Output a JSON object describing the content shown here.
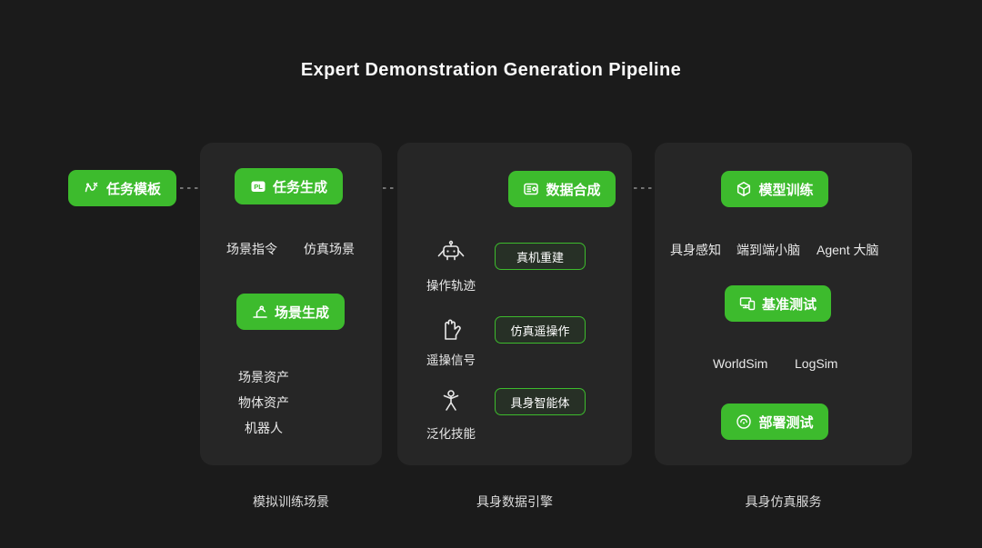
{
  "title": "Expert Demonstration Generation Pipeline",
  "colors": {
    "accent_green": "#3dbb2d",
    "background": "#1b1b1b",
    "panel": "#262626",
    "dashed_line": "#8f8f8f"
  },
  "icons": {
    "pl_badge": "PL"
  },
  "task_template": {
    "label": "任务模板"
  },
  "panel1": {
    "caption": "模拟训练场景",
    "task_gen": "任务生成",
    "scene_gen": "场景生成",
    "scene_instruction": "场景指令",
    "sim_scene": "仿真场景",
    "scene_asset": "场景资产",
    "object_asset": "物体资产",
    "robot": "机器人"
  },
  "panel2": {
    "caption": "具身数据引擎",
    "data_synth": "数据合成",
    "rows": [
      {
        "source": "操作轨迹",
        "target": "真机重建"
      },
      {
        "source": "遥操信号",
        "target": "仿真遥操作"
      },
      {
        "source": "泛化技能",
        "target": "具身智能体"
      }
    ]
  },
  "panel3": {
    "caption": "具身仿真服务",
    "model_train": "模型训练",
    "benchmark": "基准测试",
    "deploy": "部署测试",
    "perception": "具身感知",
    "e2e_brain": "端到端小脑",
    "agent_brain": "Agent 大脑",
    "worldsim": "WorldSim",
    "logsim": "LogSim"
  }
}
